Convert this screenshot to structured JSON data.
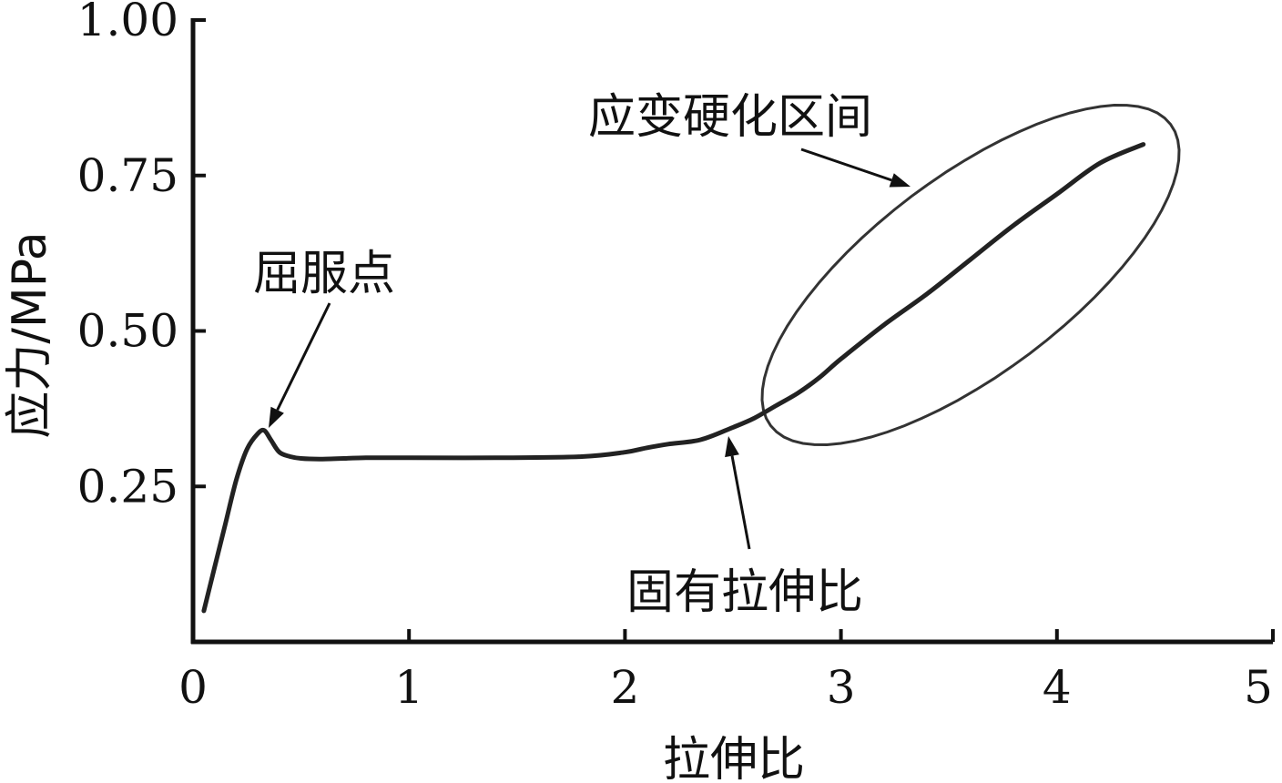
{
  "chart_data": {
    "type": "line",
    "xlabel": "拉伸比",
    "ylabel": "应力/MPa",
    "xlim": [
      0,
      5
    ],
    "ylim": [
      0,
      1.0
    ],
    "xticks": [
      0,
      1,
      2,
      3,
      4,
      5
    ],
    "xtick_labels": [
      "0",
      "1",
      "2",
      "3",
      "4",
      "5"
    ],
    "yticks": [
      0.25,
      0.5,
      0.75,
      1.0
    ],
    "ytick_labels": [
      "0.25",
      "0.50",
      "0.75",
      "1.00"
    ],
    "grid": false,
    "series": [
      {
        "x": [
          0.05,
          0.1,
          0.15,
          0.2,
          0.25,
          0.3,
          0.33,
          0.36,
          0.4,
          0.45,
          0.5,
          0.6,
          0.8,
          1.0,
          1.4,
          1.8,
          2.0,
          2.1,
          2.2,
          2.35,
          2.5,
          2.6,
          2.7,
          2.8,
          2.9,
          3.0,
          3.2,
          3.4,
          3.6,
          3.8,
          4.0,
          4.2,
          4.4
        ],
        "y": [
          0.05,
          0.12,
          0.19,
          0.26,
          0.31,
          0.335,
          0.34,
          0.325,
          0.305,
          0.298,
          0.295,
          0.294,
          0.296,
          0.296,
          0.296,
          0.298,
          0.305,
          0.312,
          0.318,
          0.325,
          0.345,
          0.36,
          0.38,
          0.4,
          0.425,
          0.455,
          0.51,
          0.56,
          0.615,
          0.67,
          0.72,
          0.77,
          0.8
        ]
      }
    ],
    "annotations": [
      {
        "text": "屈服点",
        "x": 0.35,
        "y": 0.34
      },
      {
        "text": "固有拉伸比",
        "x": 2.45,
        "y": 0.33
      },
      {
        "text": "应变硬化区间",
        "x": 3.6,
        "y": 0.6
      }
    ]
  }
}
